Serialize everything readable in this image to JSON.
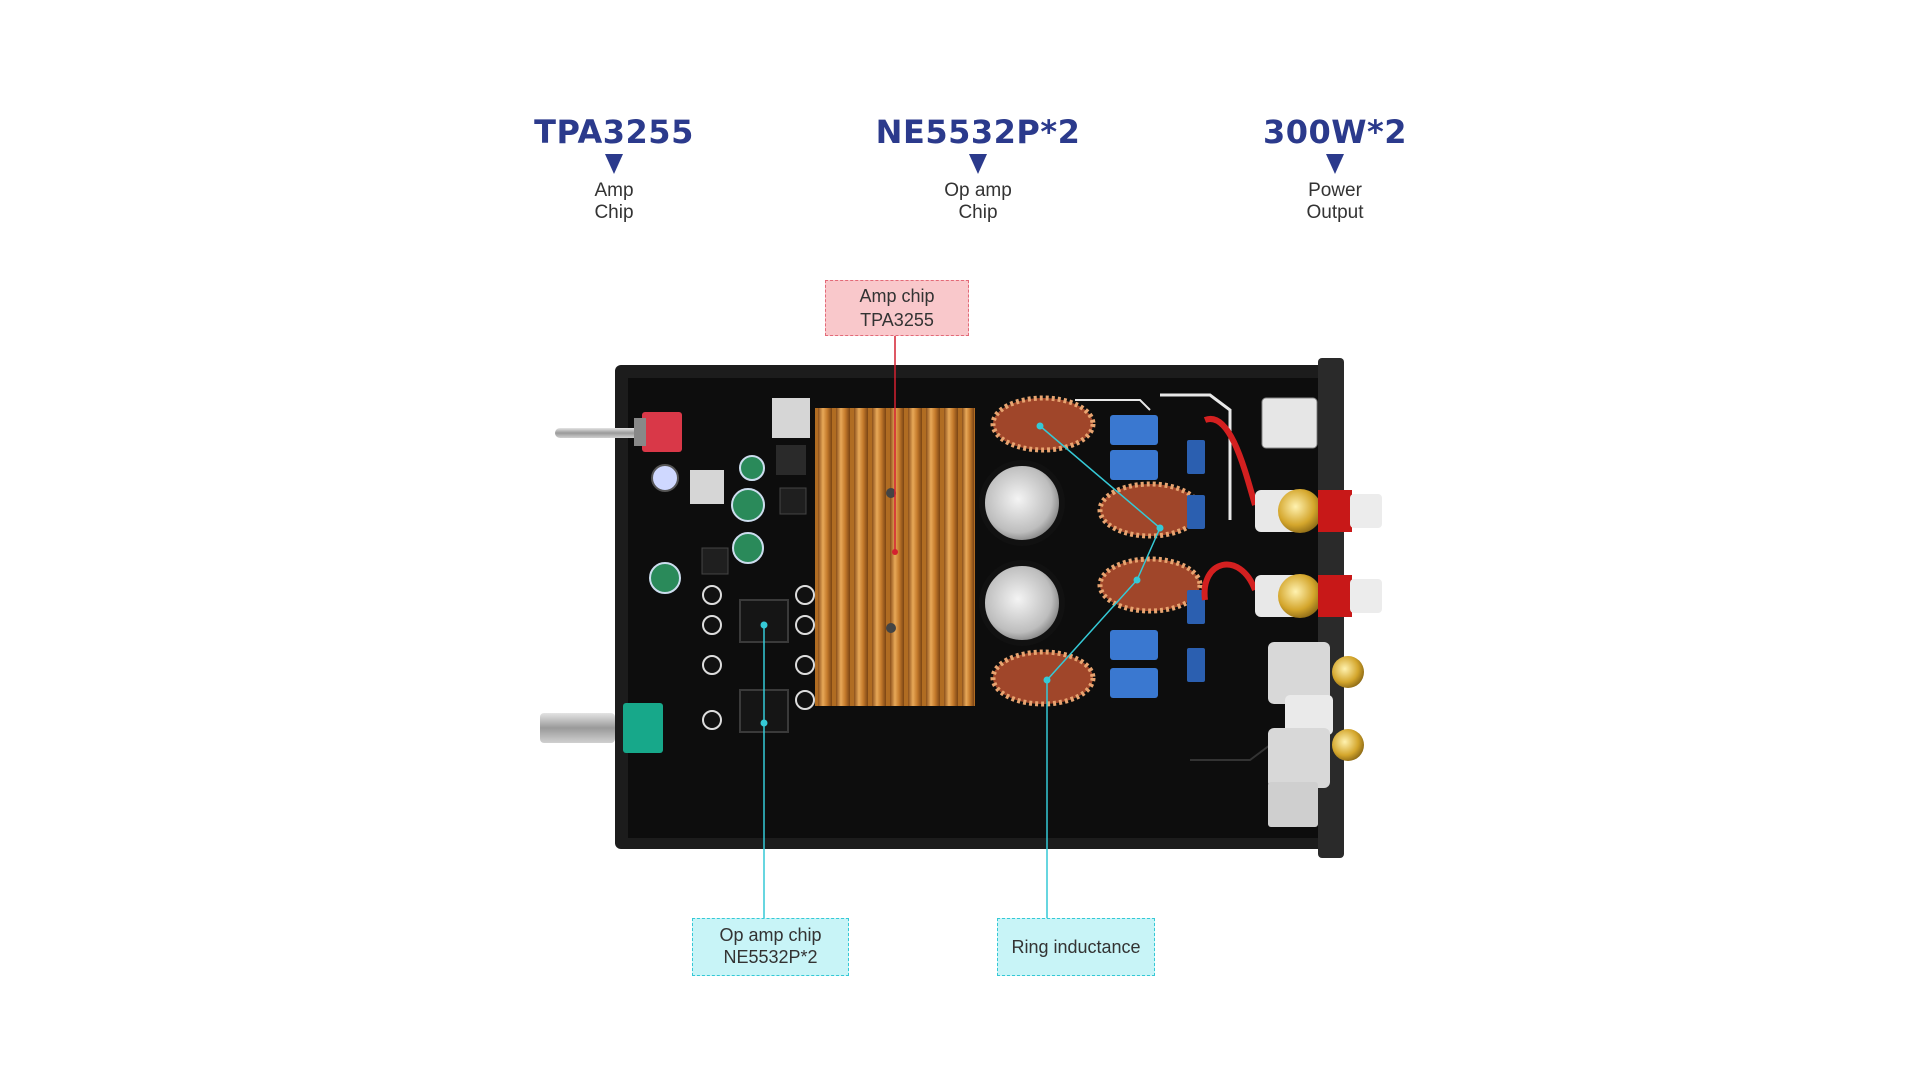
{
  "specs": [
    {
      "title": "TPA3255",
      "line1": "Amp",
      "line2": "Chip"
    },
    {
      "title": "NE5532P*2",
      "line1": "Op amp",
      "line2": "Chip"
    },
    {
      "title": "300W*2",
      "line1": "Power",
      "line2": "Output"
    }
  ],
  "callouts": {
    "amp_chip": {
      "line1": "Amp chip",
      "line2": "TPA3255"
    },
    "op_amp": {
      "line1": "Op amp chip",
      "line2": "NE5532P*2"
    },
    "ring": {
      "line1": "Ring inductance"
    }
  },
  "colors": {
    "spec_title": "#2b3a8c",
    "callout_red_fill": "#f9c8cb",
    "callout_red_border": "#e36a78",
    "callout_cyan_fill": "#c8f4f7",
    "callout_cyan_border": "#35c9d6",
    "heatsink": "#d08a3a",
    "board": "#141414"
  }
}
